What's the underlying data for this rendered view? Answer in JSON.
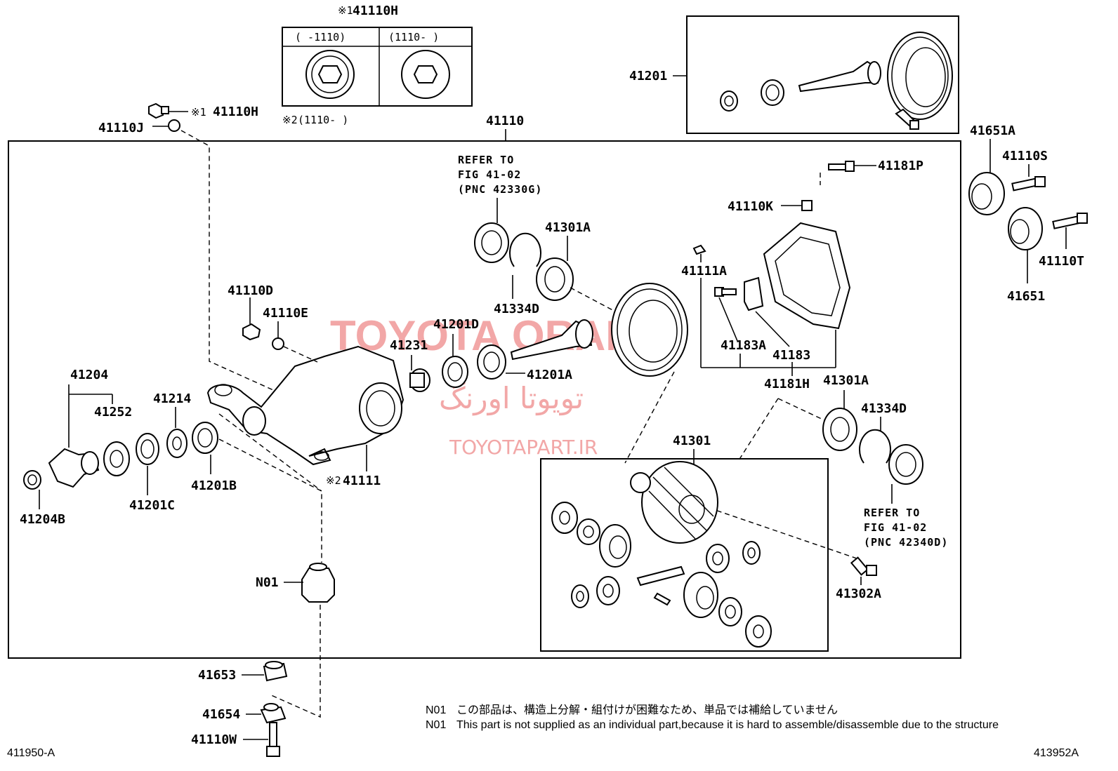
{
  "labels": {
    "p41110H_top": "41110H",
    "p41110H_left": "41110H",
    "mark1_top": "※1",
    "mark1_left": "※1",
    "mark2_inset": "※2",
    "mark2_41111": "※2",
    "inset_col1": "(    -1110)",
    "inset_col2": "(1110-    )",
    "inset_note": "(1110-    )",
    "p41110J": "41110J",
    "p41110": "41110",
    "p41201": "41201",
    "p41651A": "41651A",
    "p41110S": "41110S",
    "p41651": "41651",
    "p41110T": "41110T",
    "p41181P": "41181P",
    "p41110K": "41110K",
    "p41111A": "41111A",
    "p41183A": "41183A",
    "p41183": "41183",
    "p41181H": "41181H",
    "p41301A_top": "41301A",
    "p41334D_top": "41334D",
    "p41201D": "41201D",
    "p41231": "41231",
    "p41201A": "41201A",
    "p41110D": "41110D",
    "p41110E": "41110E",
    "p41204": "41204",
    "p41252": "41252",
    "p41214": "41214",
    "p41201B": "41201B",
    "p41201C": "41201C",
    "p41204B": "41204B",
    "p41111": "41111",
    "p41301A_right": "41301A",
    "p41334D_right": "41334D",
    "p41301": "41301",
    "p41302A": "41302A",
    "pN01": "N01",
    "p41653": "41653",
    "p41654": "41654",
    "p41110W": "41110W"
  },
  "refs": {
    "top": [
      "REFER TO",
      "FIG 41-02",
      "(PNC 42330G)"
    ],
    "right": [
      "REFER TO",
      "FIG 41-02",
      "(PNC 42340D)"
    ]
  },
  "notes": {
    "jp_code": "N01",
    "jp_text": "この部品は、構造上分解・組付けが困難なため、単品では補給していません",
    "en_code": "N01",
    "en_text": "This part is not supplied as an individual part,because it is hard to assemble/disassemble due to the structure"
  },
  "footer": {
    "left_code": "411950-A",
    "right_code": "413952A"
  },
  "watermark": {
    "main": "TOYOTA ORANG",
    "persian": "تویوتا اورنگ",
    "site": "TOYOTAPART.IR"
  },
  "colors": {
    "watermark": "#f2a7a7",
    "line": "#000000"
  }
}
